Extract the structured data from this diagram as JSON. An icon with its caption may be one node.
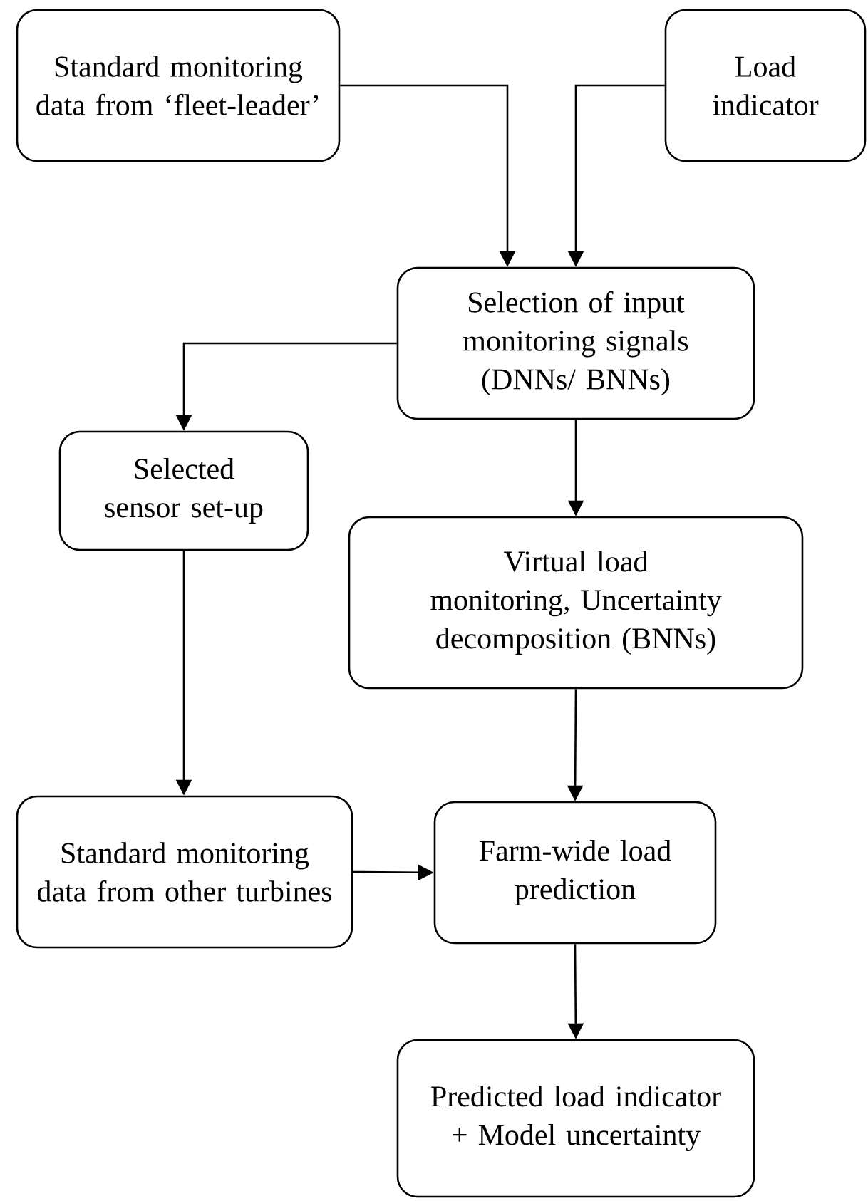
{
  "diagram": {
    "nodes": [
      {
        "text": [
          "Standard monitoring data from ‘fleet-leader’"
        ]
      },
      {
        "text": [
          "Load indicator"
        ]
      },
      {
        "text": [
          "Selection of input monitoring signals (DNNs/ BNNs)"
        ]
      },
      {
        "text": [
          "Selected sensor set-up"
        ]
      },
      {
        "text": [
          "Virtual load monitoring, Uncertainty decomposition (BNNs)"
        ]
      },
      {
        "text": [
          "Standard monitoring data from other turbines"
        ]
      },
      {
        "text": [
          "Farm-wide load prediction"
        ]
      },
      {
        "text": [
          "Predicted load indicator + Model uncertainty"
        ]
      }
    ],
    "edges": [
      {
        "from": 0,
        "to": 2,
        "arrow": "to"
      },
      {
        "from": 1,
        "to": 2,
        "arrow": "to"
      },
      {
        "from": 2,
        "to": 3,
        "arrow": "to"
      },
      {
        "from": 2,
        "to": 4,
        "arrow": "to"
      },
      {
        "from": 3,
        "to": 5,
        "arrow": "to"
      },
      {
        "from": 4,
        "to": 6,
        "arrow": "to"
      },
      {
        "from": 5,
        "to": 6,
        "arrow": "to"
      },
      {
        "from": 6,
        "to": 7,
        "arrow": "to"
      }
    ]
  }
}
